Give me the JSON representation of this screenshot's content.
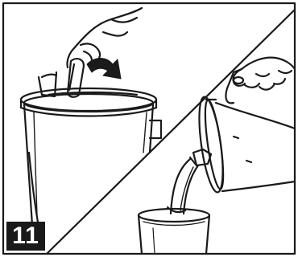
{
  "step": {
    "number": "11"
  },
  "panels": [
    {
      "name": "lid-flip-panel",
      "icons": [
        "hand-icon",
        "pitcher-lid-icon",
        "curved-arrow-icon"
      ]
    },
    {
      "name": "pour-panel",
      "icons": [
        "hand-icon",
        "pitcher-icon",
        "liquid-stream-icon",
        "glass-icon"
      ]
    }
  ],
  "colors": {
    "ink": "#1a1a1a",
    "paper": "#ffffff",
    "badge_bg": "#1a1a1a",
    "badge_text": "#ffffff"
  }
}
